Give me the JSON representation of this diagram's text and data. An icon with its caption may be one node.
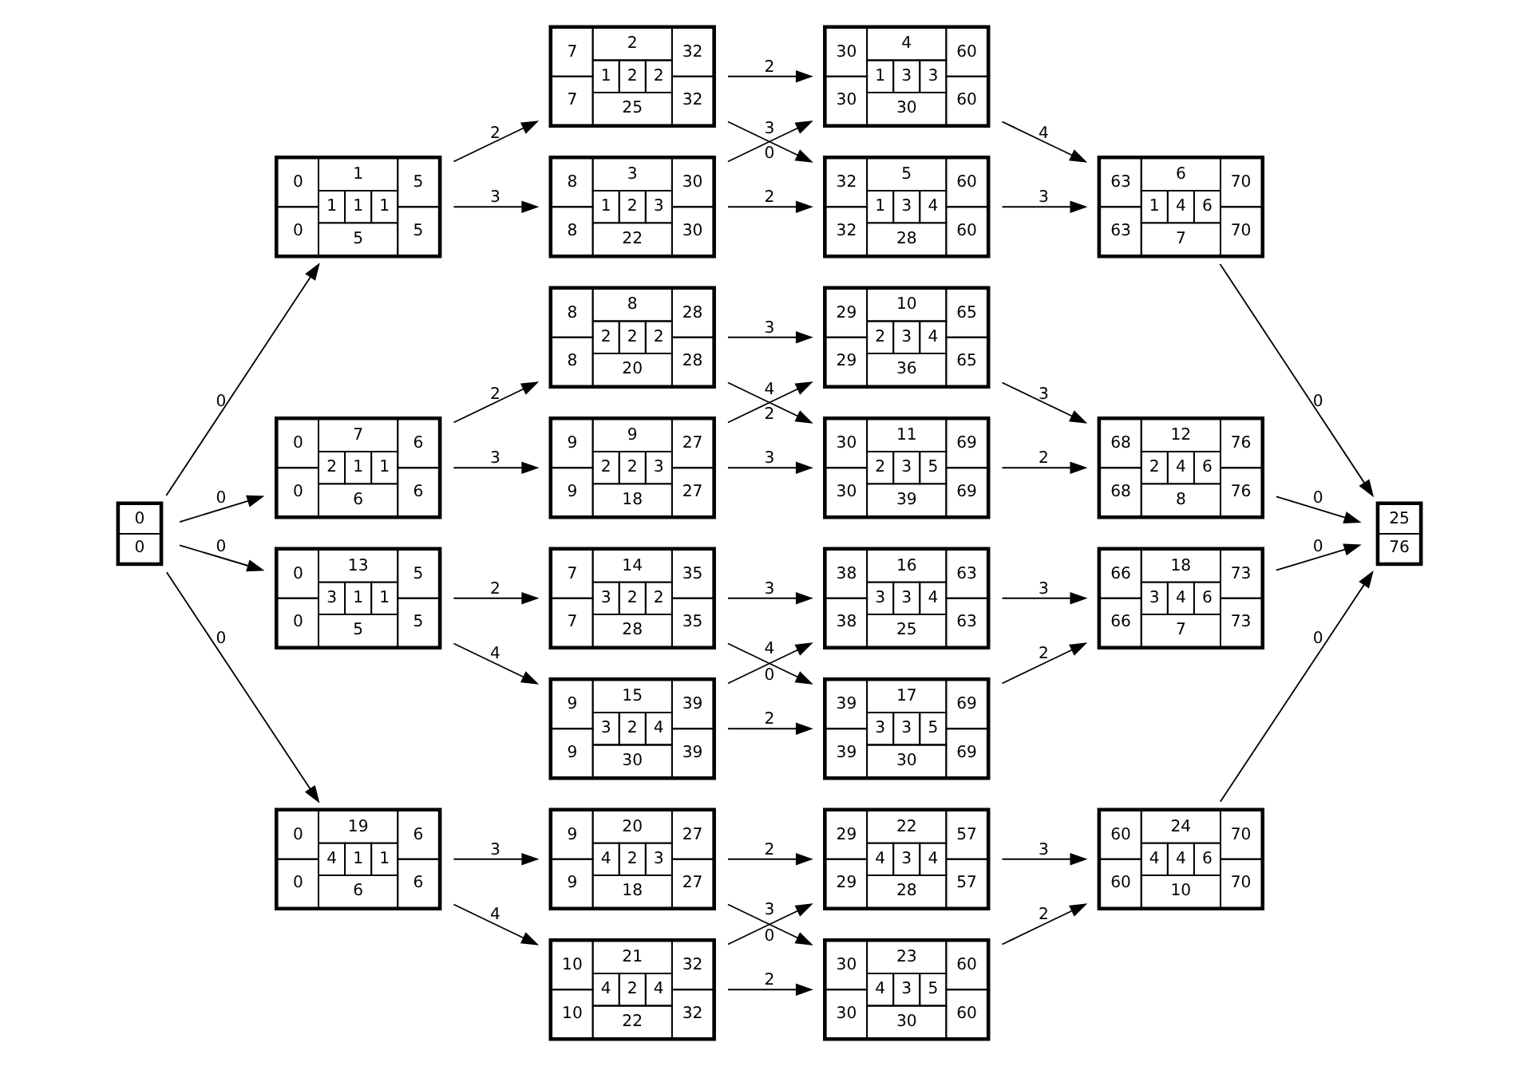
{
  "diagram": {
    "nodes": [
      {
        "text": [
          "0",
          "0"
        ]
      },
      {
        "text": [
          "0",
          "1",
          "5",
          "1",
          "1",
          "1",
          "0",
          "5",
          "5"
        ]
      },
      {
        "text": [
          "7",
          "2",
          "32",
          "1",
          "2",
          "2",
          "7",
          "25",
          "32"
        ]
      },
      {
        "text": [
          "8",
          "3",
          "30",
          "1",
          "2",
          "3",
          "8",
          "22",
          "30"
        ]
      },
      {
        "text": [
          "30",
          "4",
          "60",
          "1",
          "3",
          "3",
          "30",
          "30",
          "60"
        ]
      },
      {
        "text": [
          "32",
          "5",
          "60",
          "1",
          "3",
          "4",
          "32",
          "28",
          "60"
        ]
      },
      {
        "text": [
          "63",
          "6",
          "70",
          "1",
          "4",
          "6",
          "63",
          "7",
          "70"
        ]
      },
      {
        "text": [
          "0",
          "7",
          "6",
          "2",
          "1",
          "1",
          "0",
          "6",
          "6"
        ]
      },
      {
        "text": [
          "8",
          "8",
          "28",
          "2",
          "2",
          "2",
          "8",
          "20",
          "28"
        ]
      },
      {
        "text": [
          "9",
          "9",
          "27",
          "2",
          "2",
          "3",
          "9",
          "18",
          "27"
        ]
      },
      {
        "text": [
          "29",
          "10",
          "65",
          "2",
          "3",
          "4",
          "29",
          "36",
          "65"
        ]
      },
      {
        "text": [
          "30",
          "11",
          "69",
          "2",
          "3",
          "5",
          "30",
          "39",
          "69"
        ]
      },
      {
        "text": [
          "68",
          "12",
          "76",
          "2",
          "4",
          "6",
          "68",
          "8",
          "76"
        ]
      },
      {
        "text": [
          "0",
          "13",
          "5",
          "3",
          "1",
          "1",
          "0",
          "5",
          "5"
        ]
      },
      {
        "text": [
          "7",
          "14",
          "35",
          "3",
          "2",
          "2",
          "7",
          "28",
          "35"
        ]
      },
      {
        "text": [
          "9",
          "15",
          "39",
          "3",
          "2",
          "4",
          "9",
          "30",
          "39"
        ]
      },
      {
        "text": [
          "38",
          "16",
          "63",
          "3",
          "3",
          "4",
          "38",
          "25",
          "63"
        ]
      },
      {
        "text": [
          "39",
          "17",
          "69",
          "3",
          "3",
          "5",
          "39",
          "30",
          "69"
        ]
      },
      {
        "text": [
          "66",
          "18",
          "73",
          "3",
          "4",
          "6",
          "66",
          "7",
          "73"
        ]
      },
      {
        "text": [
          "0",
          "19",
          "6",
          "4",
          "1",
          "1",
          "0",
          "6",
          "6"
        ]
      },
      {
        "text": [
          "9",
          "20",
          "27",
          "4",
          "2",
          "3",
          "9",
          "18",
          "27"
        ]
      },
      {
        "text": [
          "10",
          "21",
          "32",
          "4",
          "2",
          "4",
          "10",
          "22",
          "32"
        ]
      },
      {
        "text": [
          "29",
          "22",
          "57",
          "4",
          "3",
          "4",
          "29",
          "28",
          "57"
        ]
      },
      {
        "text": [
          "30",
          "23",
          "60",
          "4",
          "3",
          "5",
          "30",
          "30",
          "60"
        ]
      },
      {
        "text": [
          "60",
          "24",
          "70",
          "4",
          "4",
          "6",
          "60",
          "10",
          "70"
        ]
      },
      {
        "text": [
          "25",
          "76"
        ]
      }
    ],
    "edges": [
      {
        "from": 0,
        "to": 1,
        "arrow": "to",
        "label": "0"
      },
      {
        "from": 0,
        "to": 7,
        "arrow": "to",
        "label": "0"
      },
      {
        "from": 0,
        "to": 13,
        "arrow": "to",
        "label": "0"
      },
      {
        "from": 0,
        "to": 19,
        "arrow": "to",
        "label": "0"
      },
      {
        "from": 1,
        "to": 2,
        "arrow": "to",
        "label": "2"
      },
      {
        "from": 1,
        "to": 3,
        "arrow": "to",
        "label": "3"
      },
      {
        "from": 2,
        "to": 4,
        "arrow": "to",
        "label": "2"
      },
      {
        "from": 2,
        "to": 5,
        "arrow": "to",
        "label": "3"
      },
      {
        "from": 3,
        "to": 4,
        "arrow": "to",
        "label": "0"
      },
      {
        "from": 3,
        "to": 5,
        "arrow": "to",
        "label": "2"
      },
      {
        "from": 4,
        "to": 6,
        "arrow": "to",
        "label": "4"
      },
      {
        "from": 5,
        "to": 6,
        "arrow": "to",
        "label": "3"
      },
      {
        "from": 6,
        "to": 25,
        "arrow": "to",
        "label": "0"
      },
      {
        "from": 7,
        "to": 8,
        "arrow": "to",
        "label": "2"
      },
      {
        "from": 7,
        "to": 9,
        "arrow": "to",
        "label": "3"
      },
      {
        "from": 8,
        "to": 10,
        "arrow": "to",
        "label": "3"
      },
      {
        "from": 8,
        "to": 11,
        "arrow": "to",
        "label": "4"
      },
      {
        "from": 9,
        "to": 10,
        "arrow": "to",
        "label": "2"
      },
      {
        "from": 9,
        "to": 11,
        "arrow": "to",
        "label": "3"
      },
      {
        "from": 10,
        "to": 12,
        "arrow": "to",
        "label": "3"
      },
      {
        "from": 11,
        "to": 12,
        "arrow": "to",
        "label": "2"
      },
      {
        "from": 12,
        "to": 25,
        "arrow": "to",
        "label": "0"
      },
      {
        "from": 13,
        "to": 14,
        "arrow": "to",
        "label": "2"
      },
      {
        "from": 13,
        "to": 15,
        "arrow": "to",
        "label": "4"
      },
      {
        "from": 14,
        "to": 16,
        "arrow": "to",
        "label": "3"
      },
      {
        "from": 14,
        "to": 17,
        "arrow": "to",
        "label": "4"
      },
      {
        "from": 15,
        "to": 16,
        "arrow": "to",
        "label": "0"
      },
      {
        "from": 15,
        "to": 17,
        "arrow": "to",
        "label": "2"
      },
      {
        "from": 16,
        "to": 18,
        "arrow": "to",
        "label": "3"
      },
      {
        "from": 17,
        "to": 18,
        "arrow": "to",
        "label": "2"
      },
      {
        "from": 18,
        "to": 25,
        "arrow": "to",
        "label": "0"
      },
      {
        "from": 19,
        "to": 20,
        "arrow": "to",
        "label": "3"
      },
      {
        "from": 19,
        "to": 21,
        "arrow": "to",
        "label": "4"
      },
      {
        "from": 20,
        "to": 22,
        "arrow": "to",
        "label": "2"
      },
      {
        "from": 20,
        "to": 23,
        "arrow": "to",
        "label": "3"
      },
      {
        "from": 21,
        "to": 22,
        "arrow": "to",
        "label": "0"
      },
      {
        "from": 21,
        "to": 23,
        "arrow": "to",
        "label": "2"
      },
      {
        "from": 22,
        "to": 24,
        "arrow": "to",
        "label": "3"
      },
      {
        "from": 23,
        "to": 24,
        "arrow": "to",
        "label": "2"
      },
      {
        "from": 24,
        "to": 25,
        "arrow": "to",
        "label": "0"
      }
    ]
  }
}
